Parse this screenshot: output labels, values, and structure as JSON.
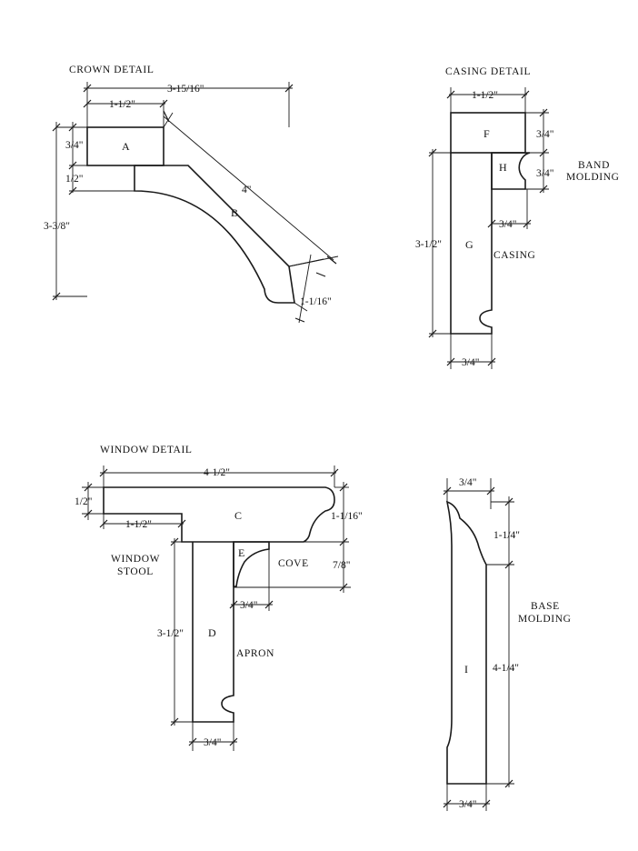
{
  "crown": {
    "title": "CROWN DETAIL",
    "dims": {
      "overall_width": "3-15/16\"",
      "a_width": "1-1/2\"",
      "a_height": "3/4\"",
      "step": "1/2\"",
      "overall_height": "3-3/8\"",
      "diagonal": "4\"",
      "b_thickness": "1-1/16\""
    },
    "parts": {
      "a": "A",
      "b": "B"
    }
  },
  "casing": {
    "title": "CASING DETAIL",
    "dims": {
      "f_width": "1-1/2\"",
      "f_height": "3/4\"",
      "h_height": "3/4\"",
      "h_width": "3/4\"",
      "g_height": "3-1/2\"",
      "g_width": "3/4\""
    },
    "parts": {
      "f": "F",
      "h": "H",
      "g": "G"
    },
    "callouts": {
      "band_line1": "BAND",
      "band_line2": "MOLDING",
      "casing": "CASING"
    }
  },
  "window": {
    "title": "WINDOW DETAIL",
    "dims": {
      "c_width": "4-1/2\"",
      "c_thickness": "1/2\"",
      "notch": "1-1/2\"",
      "c_height": "1-1/16\"",
      "e_height": "7/8\"",
      "e_width": "3/4\"",
      "d_height": "3-1/2\"",
      "d_width": "3/4\""
    },
    "parts": {
      "c": "C",
      "e": "E",
      "d": "D"
    },
    "callouts": {
      "stool_line1": "WINDOW",
      "stool_line2": "STOOL",
      "cove": "COVE",
      "apron": "APRON"
    }
  },
  "base": {
    "dims": {
      "top_width": "3/4\"",
      "top_height": "1-1/4\"",
      "height": "4-1/4\"",
      "bottom_width": "3/4\""
    },
    "parts": {
      "i": "I"
    },
    "callouts": {
      "line1": "BASE",
      "line2": "MOLDING"
    }
  }
}
